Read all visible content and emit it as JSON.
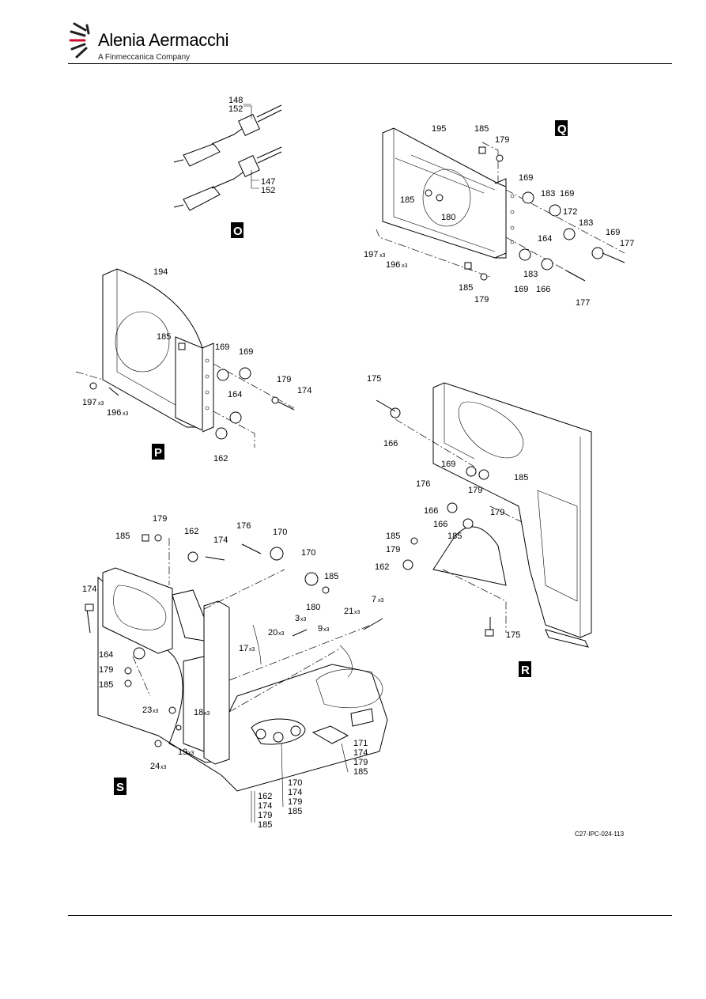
{
  "header": {
    "brand": "Alenia Aermacchi",
    "subtitle": "A Finmeccanica Company"
  },
  "figure_ref": "C27-IPC-024-113",
  "views": {
    "O": {
      "letter": "O",
      "labels": [
        "148",
        "152",
        "147",
        "152"
      ]
    },
    "Q": {
      "letter": "Q",
      "labels": [
        "195",
        "185",
        "179",
        "169",
        "183",
        "169",
        "172",
        "183",
        "169",
        "177",
        "185",
        "180",
        "164",
        "197",
        "196",
        "185",
        "179",
        "169",
        "183",
        "166",
        "177"
      ]
    },
    "P": {
      "letter": "P",
      "labels": [
        "194",
        "185",
        "169",
        "169",
        "179",
        "174",
        "164",
        "197",
        "196",
        "162"
      ]
    },
    "R": {
      "letter": "R",
      "labels": [
        "175",
        "166",
        "169",
        "185",
        "176",
        "179",
        "166",
        "179",
        "166",
        "185",
        "185",
        "179",
        "162",
        "175"
      ]
    },
    "S": {
      "letter": "S",
      "labels": [
        "179",
        "185",
        "162",
        "174",
        "176",
        "170",
        "170",
        "185",
        "174",
        "180",
        "7",
        "21",
        "3",
        "20",
        "9",
        "17",
        "164",
        "179",
        "185",
        "23",
        "18",
        "19",
        "24",
        "171",
        "174",
        "179",
        "185",
        "170",
        "174",
        "179",
        "185",
        "162",
        "174",
        "179",
        "185"
      ]
    }
  },
  "quantity_mark": "x3"
}
